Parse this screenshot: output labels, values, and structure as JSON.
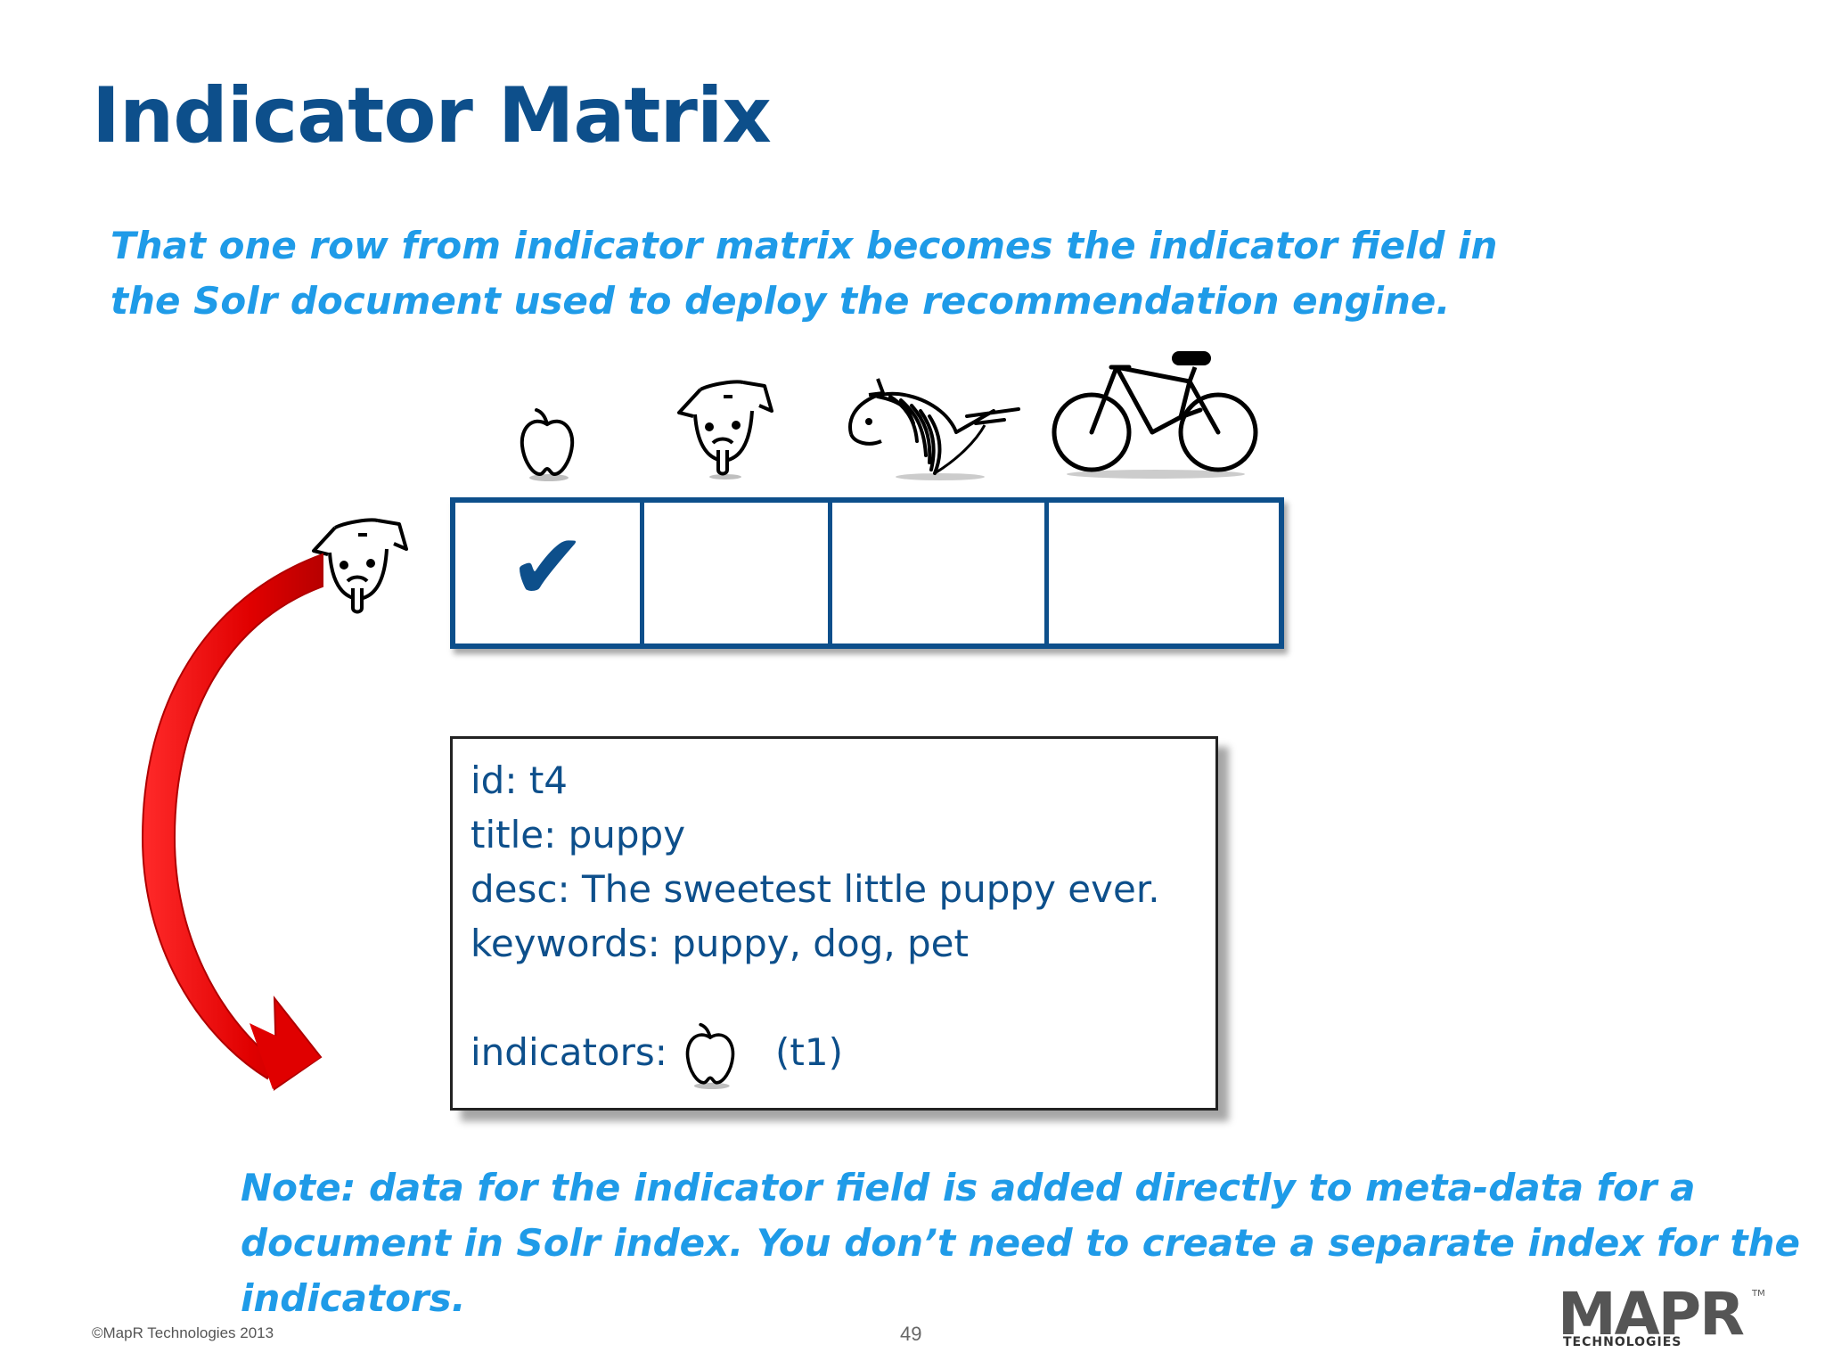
{
  "slide": {
    "title": "Indicator Matrix",
    "subtitle": "That one row from indicator matrix becomes the indicator field in the Solr document used to deploy the recommendation engine.",
    "note": "Note: data for the indicator field is added directly to meta-data for a document in Solr index. You don’t need to create a separate index for the indicators."
  },
  "matrix": {
    "column_icons": [
      "apple-icon",
      "puppy-icon",
      "pony-icon",
      "bicycle-icon"
    ],
    "row_icon": "puppy-icon",
    "cells": [
      "✔",
      "",
      "",
      ""
    ]
  },
  "document": {
    "id_line": "id: t4",
    "title_line": "title: puppy",
    "desc_line": "desc: The sweetest little puppy ever.",
    "keywords_line": "keywords: puppy, dog, pet",
    "indicators_label": "indicators:",
    "indicators_icon": "apple-icon",
    "indicators_value": "(t1)"
  },
  "footer": {
    "copyright": "©MapR Technologies 2013",
    "page_number": "49",
    "logo_word_main": "MAP",
    "logo_word_r": "R",
    "logo_tm": "TM",
    "logo_sub": "TECHNOLOGIES"
  },
  "colors": {
    "title": "#0d4f8b",
    "accent_text": "#1f9be8",
    "matrix_border": "#0d4f8b",
    "arrow": "#e00000"
  }
}
